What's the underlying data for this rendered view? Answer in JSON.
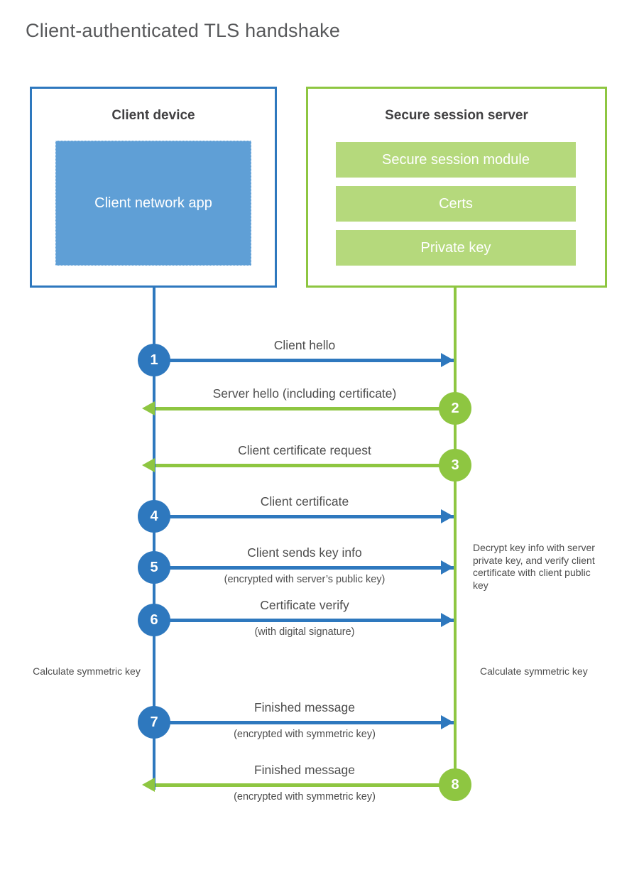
{
  "title": "Client-authenticated TLS handshake",
  "client_box": {
    "title": "Client device",
    "app_label": "Client network app"
  },
  "server_box": {
    "title": "Secure session server",
    "modules": [
      "Secure session module",
      "Certs",
      "Private key"
    ]
  },
  "steps": [
    {
      "number": "1",
      "actor": "client",
      "direction": "right",
      "label": "Client hello",
      "sublabel": ""
    },
    {
      "number": "2",
      "actor": "server",
      "direction": "left",
      "label": "Server hello (including certificate)",
      "sublabel": ""
    },
    {
      "number": "3",
      "actor": "server",
      "direction": "left",
      "label": "Client certificate request",
      "sublabel": ""
    },
    {
      "number": "4",
      "actor": "client",
      "direction": "right",
      "label": "Client certificate",
      "sublabel": ""
    },
    {
      "number": "5",
      "actor": "client",
      "direction": "right",
      "label": "Client sends key info",
      "sublabel": "(encrypted with server’s public key)"
    },
    {
      "number": "6",
      "actor": "client",
      "direction": "right",
      "label": "Certificate verify",
      "sublabel": "(with digital signature)"
    },
    {
      "number": "7",
      "actor": "client",
      "direction": "right",
      "label": "Finished message",
      "sublabel": "(encrypted with symmetric key)"
    },
    {
      "number": "8",
      "actor": "server",
      "direction": "left",
      "label": "Finished message",
      "sublabel": "(encrypted with symmetric key)"
    }
  ],
  "notes": {
    "server_decrypt": "Decrypt key info with server private key, and verify client certificate with client public key",
    "client_calculate": "Calculate symmetric key",
    "server_calculate": "Calculate symmetric key"
  },
  "colors": {
    "blue": "#2e78be",
    "blue_fill": "#5f9fd6",
    "green": "#8ec641",
    "green_fill": "#b5d97c",
    "heading_text": "#414042",
    "label_text": "#4d4d4d",
    "title_text": "#58595b"
  }
}
